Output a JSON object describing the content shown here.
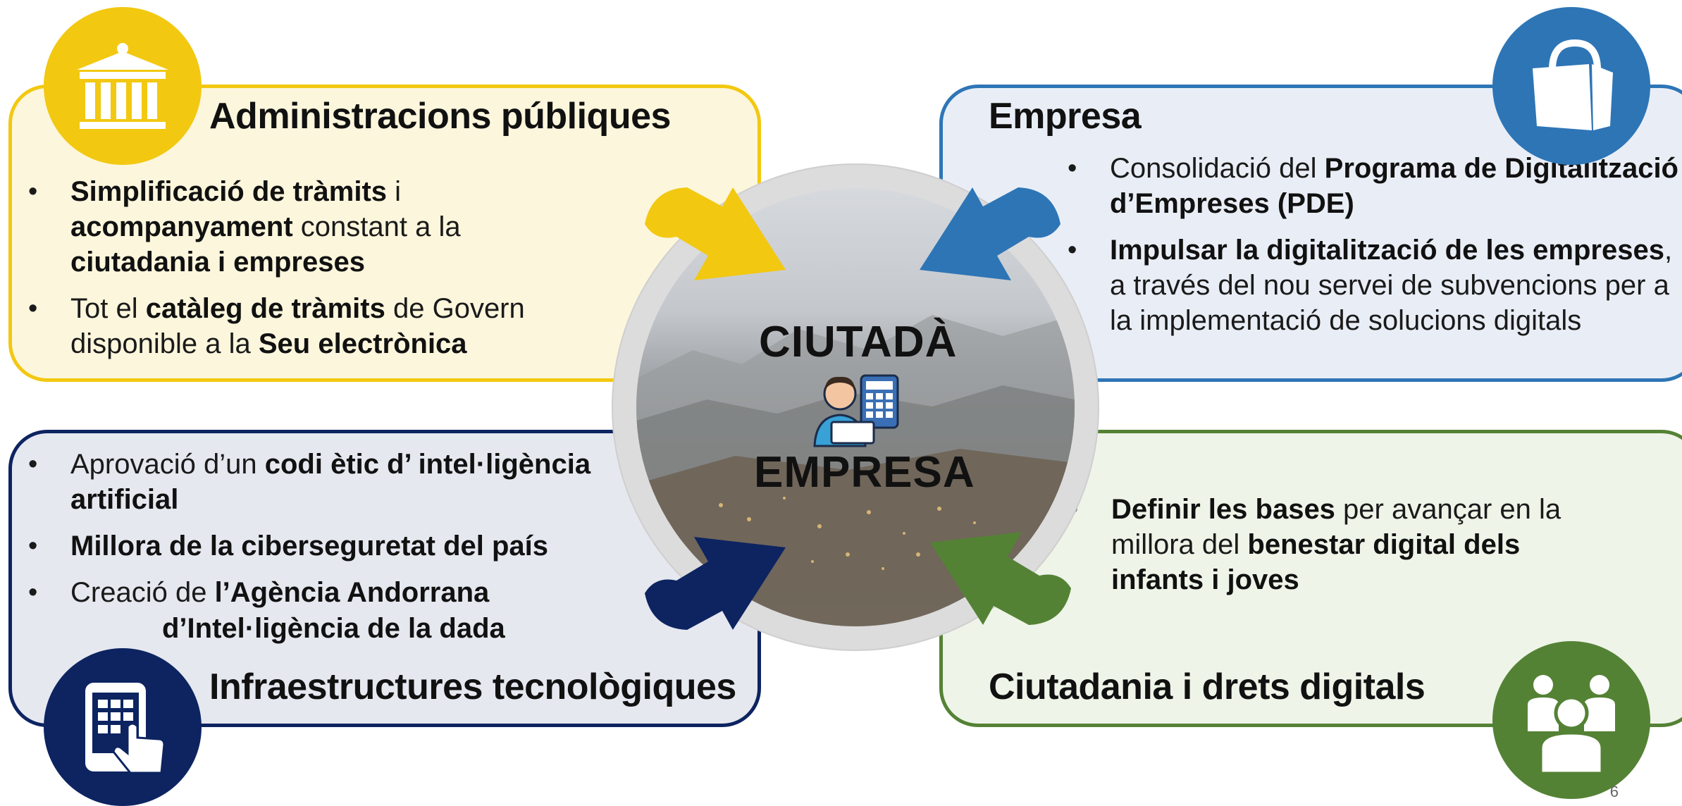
{
  "center": {
    "top": "CIUTADÀ",
    "bottom": "EMPRESA"
  },
  "page_number": "6",
  "colors": {
    "admin": "#f2c811",
    "empresa": "#2e75b6",
    "infra": "#0d2461",
    "ciutadania": "#548235"
  },
  "quadrants": {
    "admin": {
      "title": "Administracions públiques",
      "icon": "government-building-icon",
      "bullets": [
        [
          {
            "t": "Simplificació de tràmits",
            "b": true
          },
          {
            "t": " i ",
            "b": false
          },
          {
            "t": "acompanyament",
            "b": true
          },
          {
            "t": " constant a la ",
            "b": false
          },
          {
            "t": "ciutadania i empreses",
            "b": true
          }
        ],
        [
          {
            "t": "Tot el ",
            "b": false
          },
          {
            "t": "catàleg de tràmits",
            "b": true
          },
          {
            "t": " de Govern disponible a la ",
            "b": false
          },
          {
            "t": "Seu electrònica",
            "b": true
          }
        ]
      ]
    },
    "empresa": {
      "title": "Empresa",
      "icon": "shopping-bag-icon",
      "bullets": [
        [
          {
            "t": "Consolidació del ",
            "b": false
          },
          {
            "t": "Programa de Digitalització d’Empreses (PDE)",
            "b": true
          }
        ],
        [
          {
            "t": "Impulsar la digitalització de les empreses",
            "b": true
          },
          {
            "t": ", a través del nou servei de subvencions per a la implementació de solucions digitals",
            "b": false
          }
        ]
      ]
    },
    "infra": {
      "title": "Infraestructures tecnològiques",
      "icon": "tablet-touch-icon",
      "bullets": [
        [
          {
            "t": "Aprovació d’un ",
            "b": false
          },
          {
            "t": "codi ètic d’ intel·ligència artificial",
            "b": true
          }
        ],
        [
          {
            "t": "Millora de la ciberseguretat del país",
            "b": true
          }
        ],
        [
          {
            "t": "Creació de ",
            "b": false
          },
          {
            "t": "l’Agència Andorrana",
            "b": true
          }
        ]
      ],
      "bullet_continuation": "d’Intel·ligència de la dada"
    },
    "ciutadania": {
      "title": "Ciutadania i drets digitals",
      "icon": "people-group-icon",
      "bullets": [
        [
          {
            "t": "Definir les bases",
            "b": true
          },
          {
            "t": " per avançar en la millora del ",
            "b": false
          },
          {
            "t": "benestar digital dels infants i joves",
            "b": true
          }
        ]
      ]
    }
  }
}
